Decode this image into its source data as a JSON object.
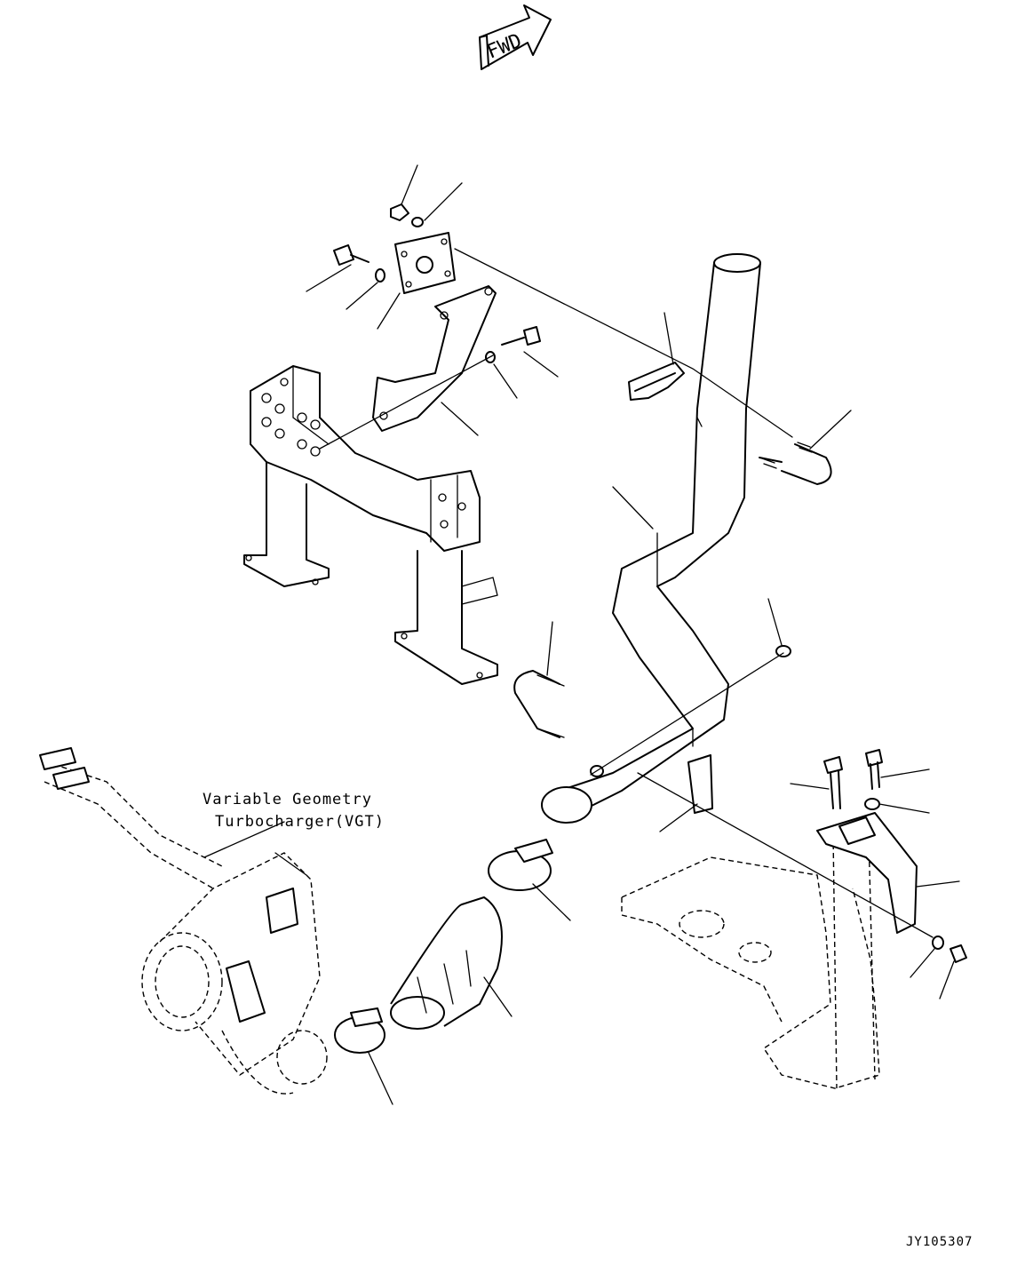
{
  "fwd_label": "FWD",
  "turbo_label_line1": "Variable Geometry",
  "turbo_label_line2": "Turbocharger(VGT)",
  "drawing_code": "JY105307"
}
